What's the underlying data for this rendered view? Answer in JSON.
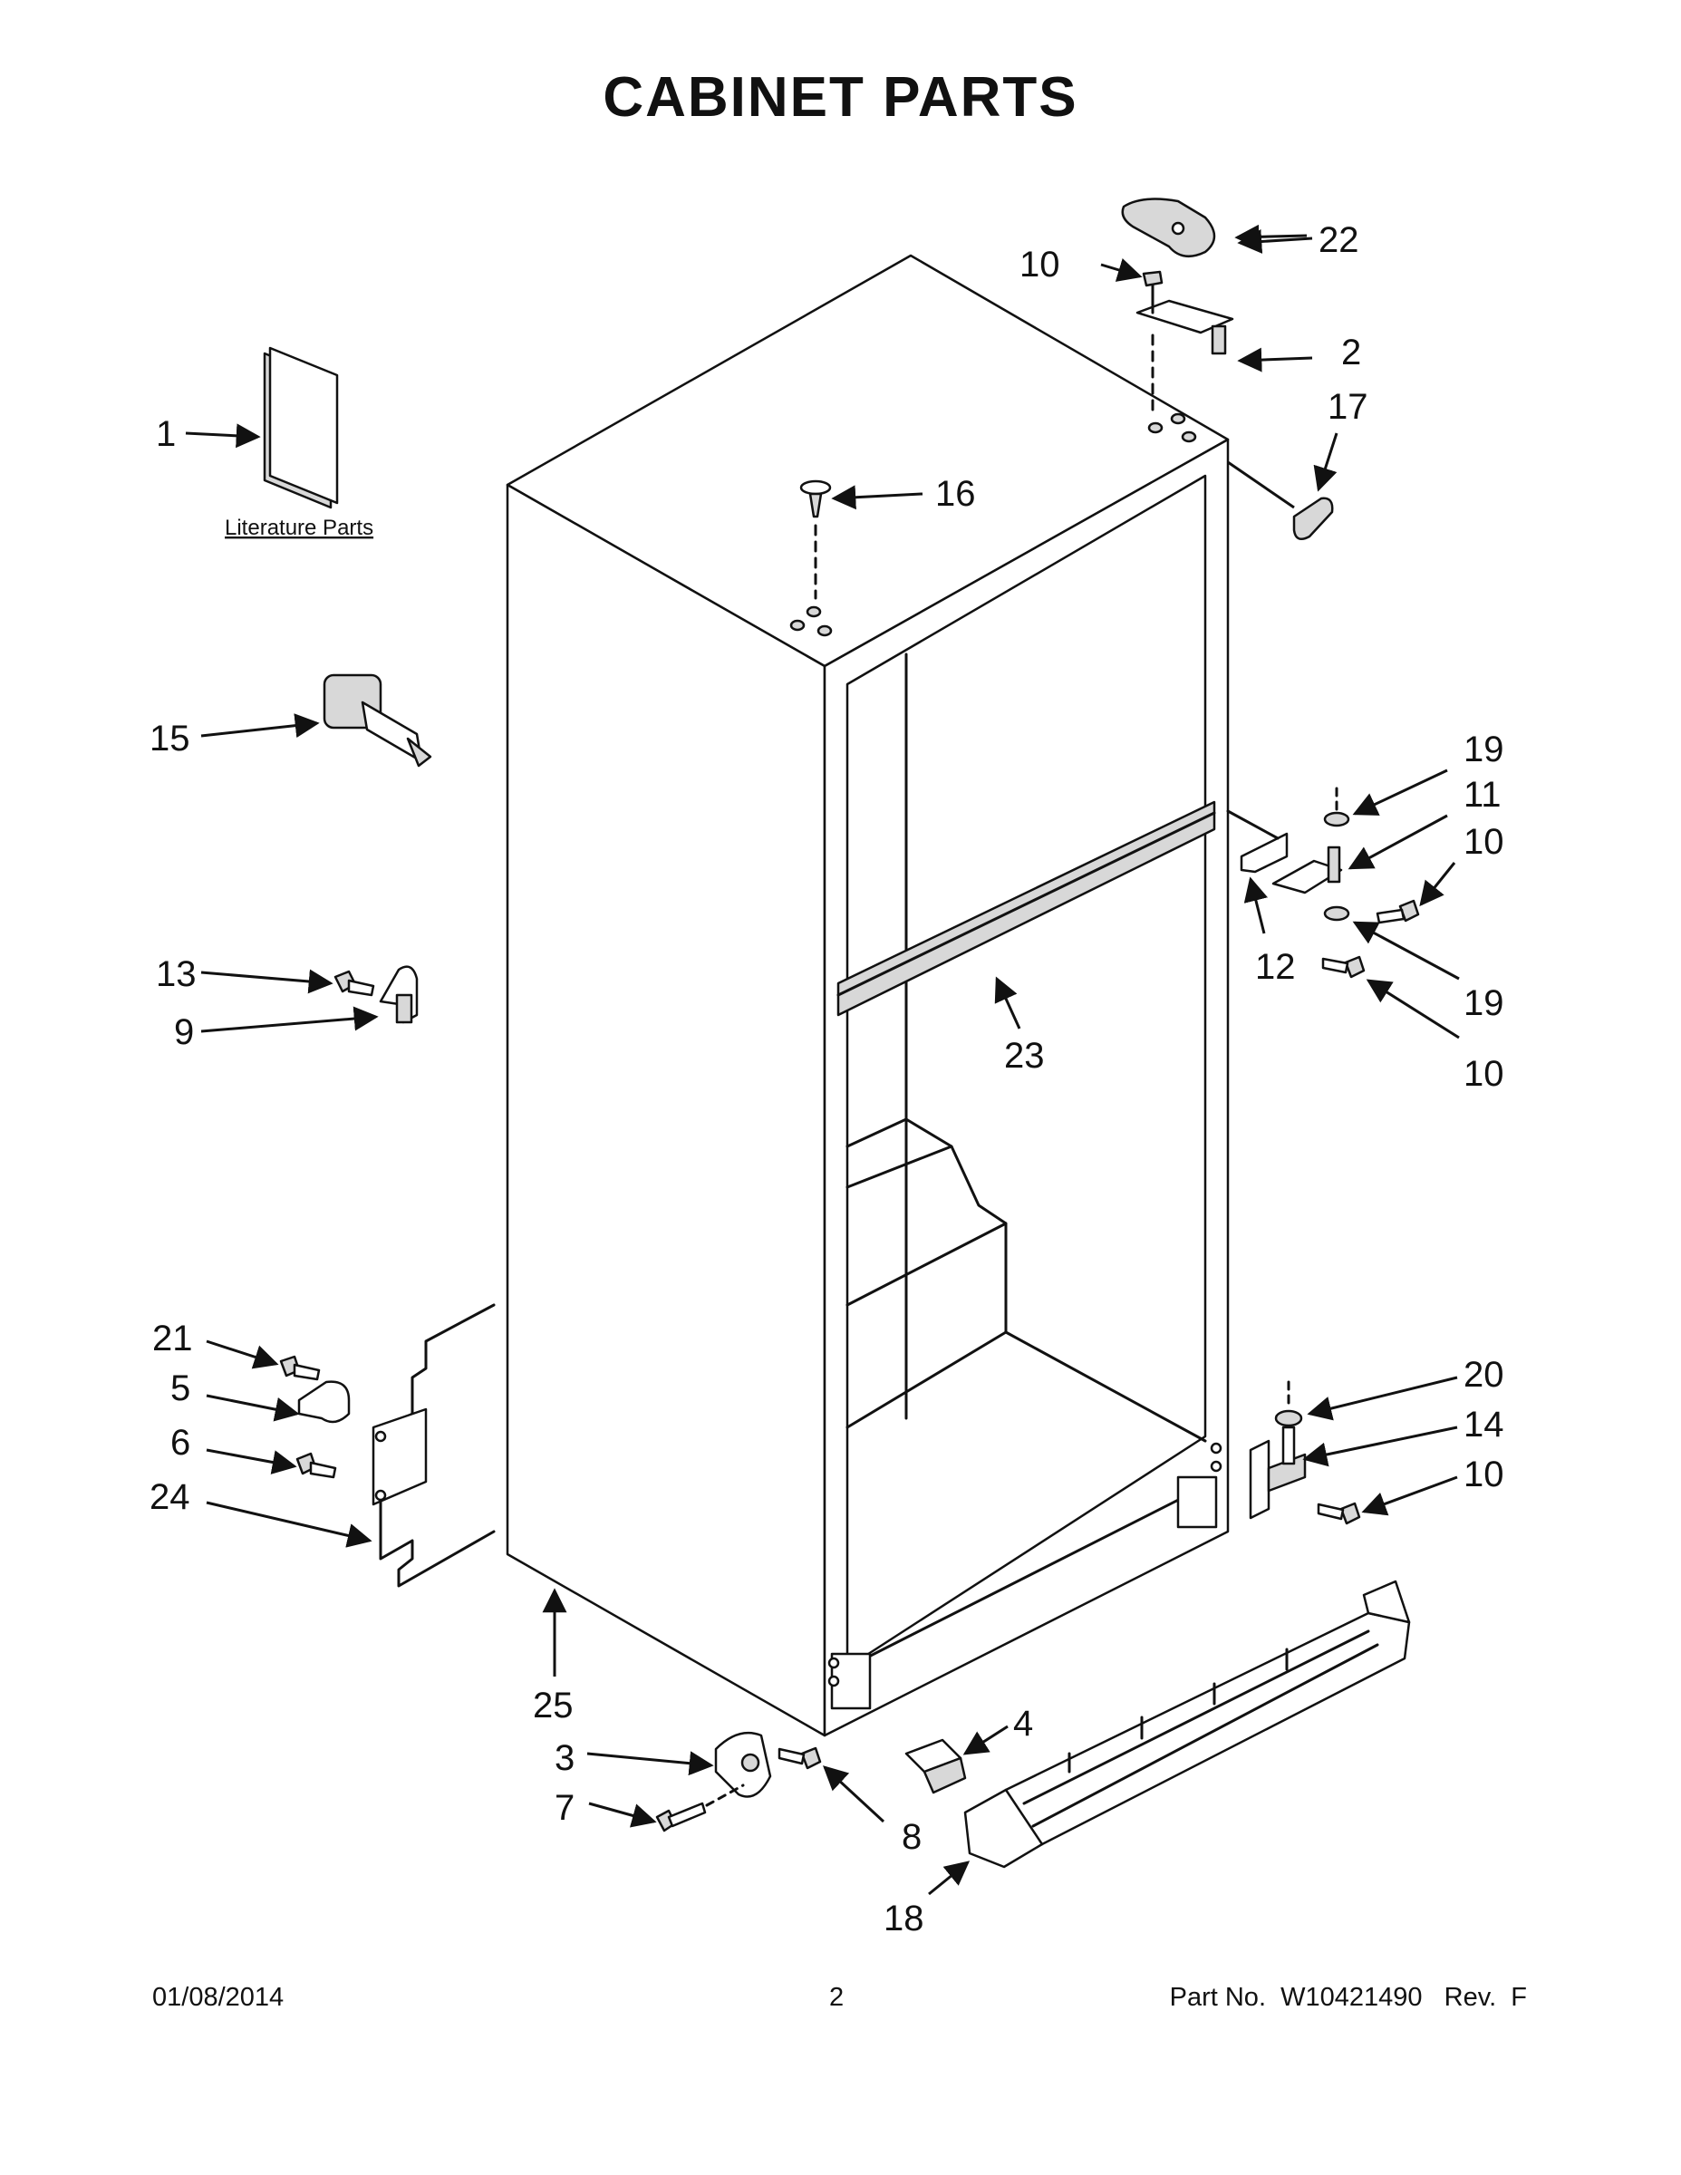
{
  "title": "CABINET PARTS",
  "literature_caption": "Literature Parts",
  "callouts": {
    "c1": "1",
    "c2": "2",
    "c3": "3",
    "c4": "4",
    "c5": "5",
    "c6": "6",
    "c7": "7",
    "c8": "8",
    "c9": "9",
    "c10a": "10",
    "c10b": "10",
    "c10c": "10",
    "c10d": "10",
    "c11": "11",
    "c12": "12",
    "c13": "13",
    "c14": "14",
    "c15": "15",
    "c16": "16",
    "c17": "17",
    "c18": "18",
    "c19a": "19",
    "c19b": "19",
    "c20": "20",
    "c21": "21",
    "c22": "22",
    "c23": "23",
    "c24": "24",
    "c25": "25"
  },
  "footer": {
    "date": "01/08/2014",
    "page": "2",
    "part_number": "Part No.  W10421490   Rev.  F"
  }
}
